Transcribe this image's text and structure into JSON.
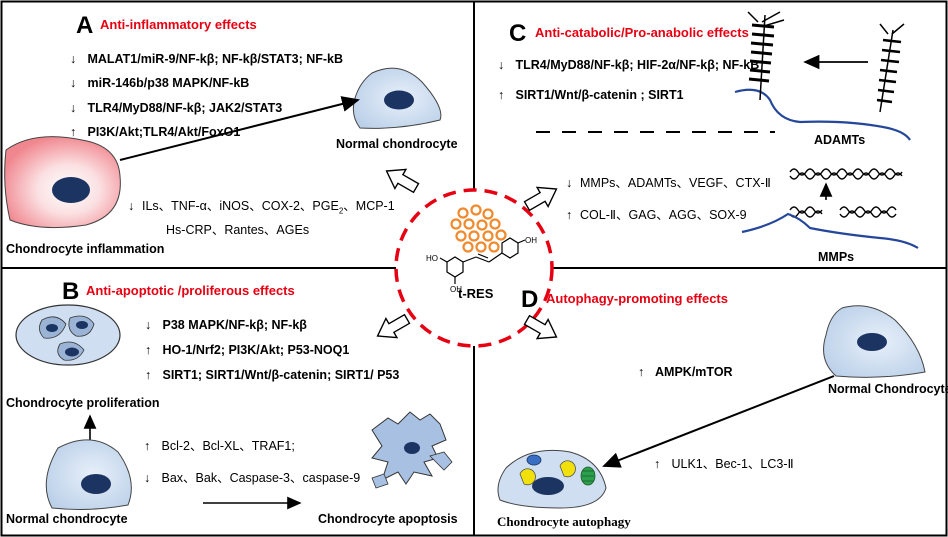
{
  "center": {
    "label": "t-RES",
    "oh": "OH",
    "ho": "HO"
  },
  "panelA": {
    "letter": "A",
    "title": "Anti-inflammatory effects",
    "pathways": [
      {
        "dir": "↓",
        "text": "MALAT1/miR-9/NF-kβ; NF-kβ/STAT3; NF-kB"
      },
      {
        "dir": "↓",
        "text": "miR-146b/p38 MAPK/NF-kB"
      },
      {
        "dir": "↓",
        "text": "TLR4/MyD88/NF-kβ; JAK2/STAT3"
      },
      {
        "dir": "↑",
        "text": "PI3K/Akt;TLR4/Akt/FoxO1"
      }
    ],
    "normal_label": "Normal chondrocyte",
    "inflamed_label": "Chondrocyte inflammation",
    "markers": {
      "dir": "↓",
      "line1": "ILs、TNF-α、iNOS、COX-2、PGE",
      "sub": "2",
      "line1_end": "、MCP-1",
      "line2": "Hs-CRP、Rantes、AGEs"
    }
  },
  "panelB": {
    "letter": "B",
    "title": "Anti-apoptotic /proliferous effects",
    "pathways": [
      {
        "dir": "↓",
        "text": "P38 MAPK/NF-kβ; NF-kβ"
      },
      {
        "dir": "↑",
        "text": "HO-1/Nrf2; PI3K/Akt; P53-NOQ1"
      },
      {
        "dir": "↑",
        "text": "SIRT1; SIRT1/Wnt/β-catenin; SIRT1/ P53"
      }
    ],
    "prolif_label": "Chondrocyte proliferation",
    "markers_up": {
      "dir": "↑",
      "text": "Bcl-2、Bcl-XL、TRAF1;"
    },
    "markers_down": {
      "dir": "↓",
      "text": "Bax、Bak、Caspase-3、caspase-9"
    },
    "normal_label": "Normal chondrocyte",
    "apoptosis_label": "Chondrocyte apoptosis"
  },
  "panelC": {
    "letter": "C",
    "title": "Anti-catabolic/Pro-anabolic effects",
    "pathways": [
      {
        "dir": "↓",
        "text": "TLR4/MyD88/NF-kβ; HIF-2α/NF-kβ; NF-kB"
      },
      {
        "dir": "↑",
        "text": "SIRT1/Wnt/β-catenin ;  SIRT1"
      }
    ],
    "adamts_label": "ADAMTs",
    "markers_down": {
      "dir": "↓",
      "text": "MMPs、ADAMTs、VEGF、CTX-Ⅱ"
    },
    "markers_up": {
      "dir": "↑",
      "text": "COL-Ⅱ、GAG、AGG、SOX-9"
    },
    "mmps_label": "MMPs"
  },
  "panelD": {
    "letter": "D",
    "title": "Autophagy-promoting effects",
    "pathway": {
      "dir": "↑",
      "text": "AMPK/mTOR"
    },
    "markers": {
      "dir": "↑",
      "text": "ULK1、Bec-1、LC3-Ⅱ"
    },
    "normal_label": "Normal Chondrocyte",
    "autophagy_label": "Chondrocyte autophagy"
  },
  "colors": {
    "title_red": "#e60012",
    "cell_fill": "#cfdff1",
    "nucleus": "#1c3461",
    "matrix_line": "#24479a",
    "inflamed": "#f0868e",
    "dots": "#f08a2c"
  }
}
